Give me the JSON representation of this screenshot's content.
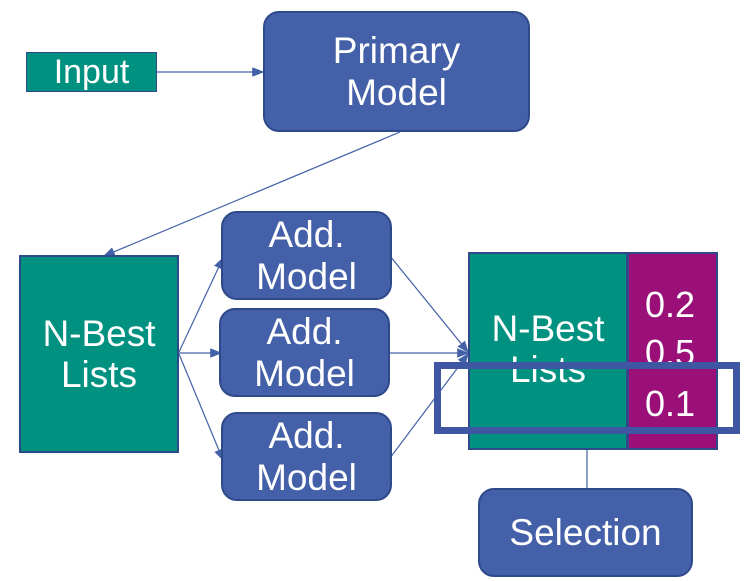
{
  "nodes": {
    "input": "Input",
    "primary_model": "Primary\nModel",
    "nbest_left": "N-Best\nLists",
    "add_model_1": "Add.\nModel",
    "add_model_2": "Add.\nModel",
    "add_model_3": "Add.\nModel",
    "nbest_right": "N-Best\nLists",
    "selection": "Selection"
  },
  "scores": [
    "0.2",
    "0.5",
    "0.1"
  ],
  "colors": {
    "blue": "#4460a8",
    "teal": "#019180",
    "magenta": "#9a0f78",
    "outline": "#3f56a3"
  }
}
